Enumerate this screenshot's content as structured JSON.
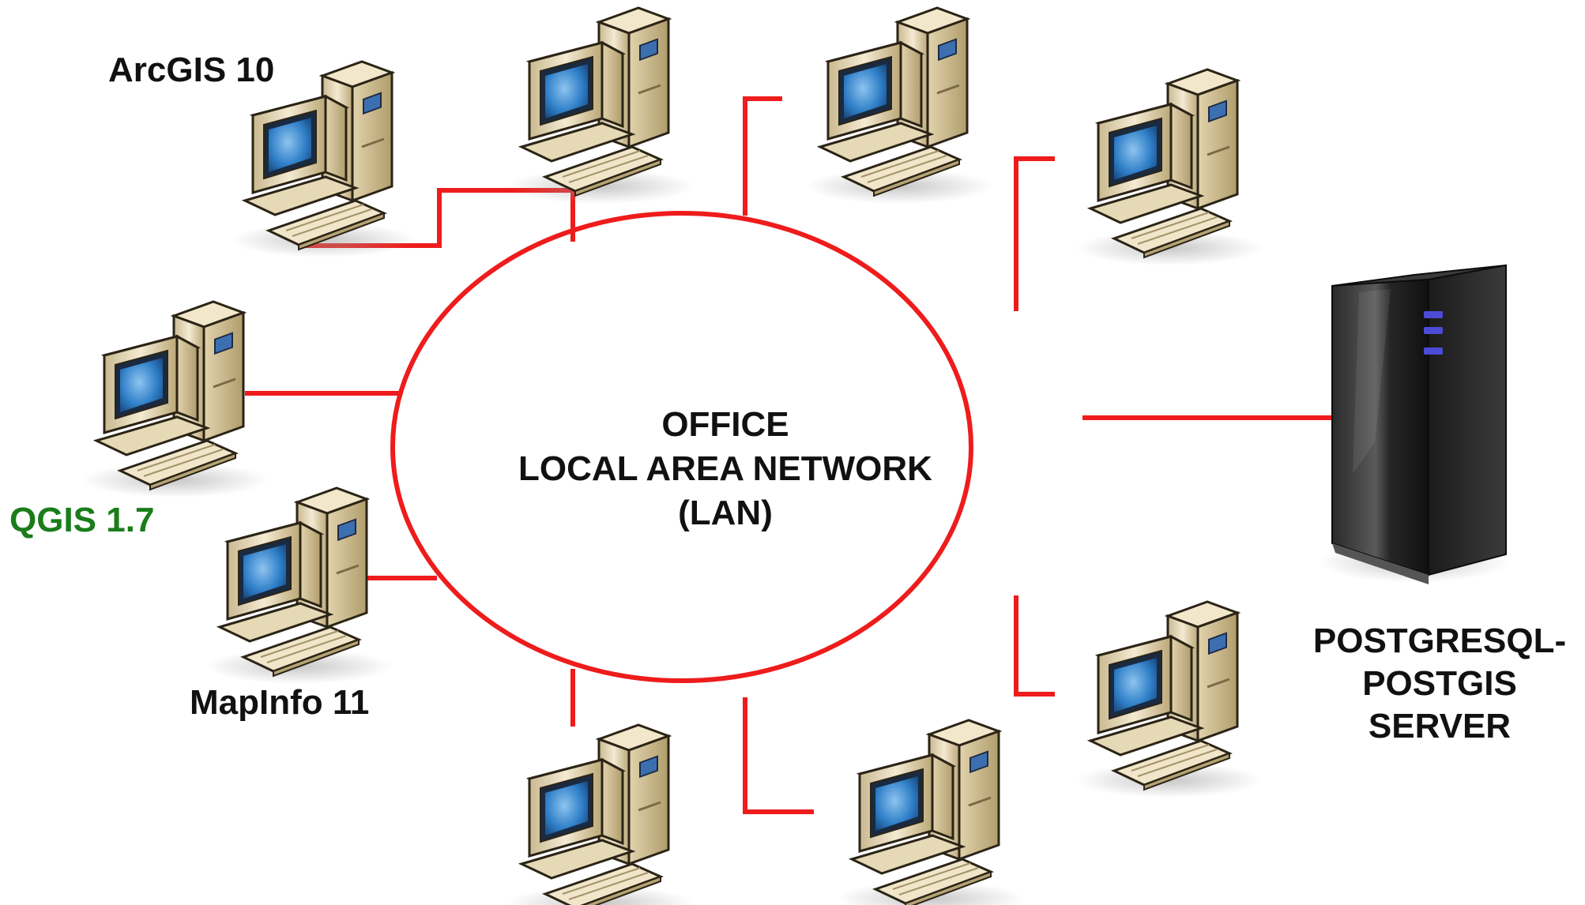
{
  "network": {
    "title_line1": "OFFICE",
    "title_line2": "LOCAL AREA NETWORK",
    "title_line3": "(LAN)"
  },
  "labels": {
    "arcgis": "ArcGIS 10",
    "qgis": "QGIS 1.7",
    "mapinfo": "MapInfo 11",
    "server_line1": "POSTGRESQL-",
    "server_line2": "POSTGIS",
    "server_line3": "SERVER"
  },
  "colors": {
    "link": "#ee1c1c",
    "qgis_label": "#1a7d1a",
    "text": "#111111",
    "computer_body": "#e9dcbc",
    "screen": "#2f7fc8",
    "server": "#1f1f1f"
  },
  "icons": {
    "workstation": "desktop-computer-icon",
    "server": "tower-server-icon"
  }
}
